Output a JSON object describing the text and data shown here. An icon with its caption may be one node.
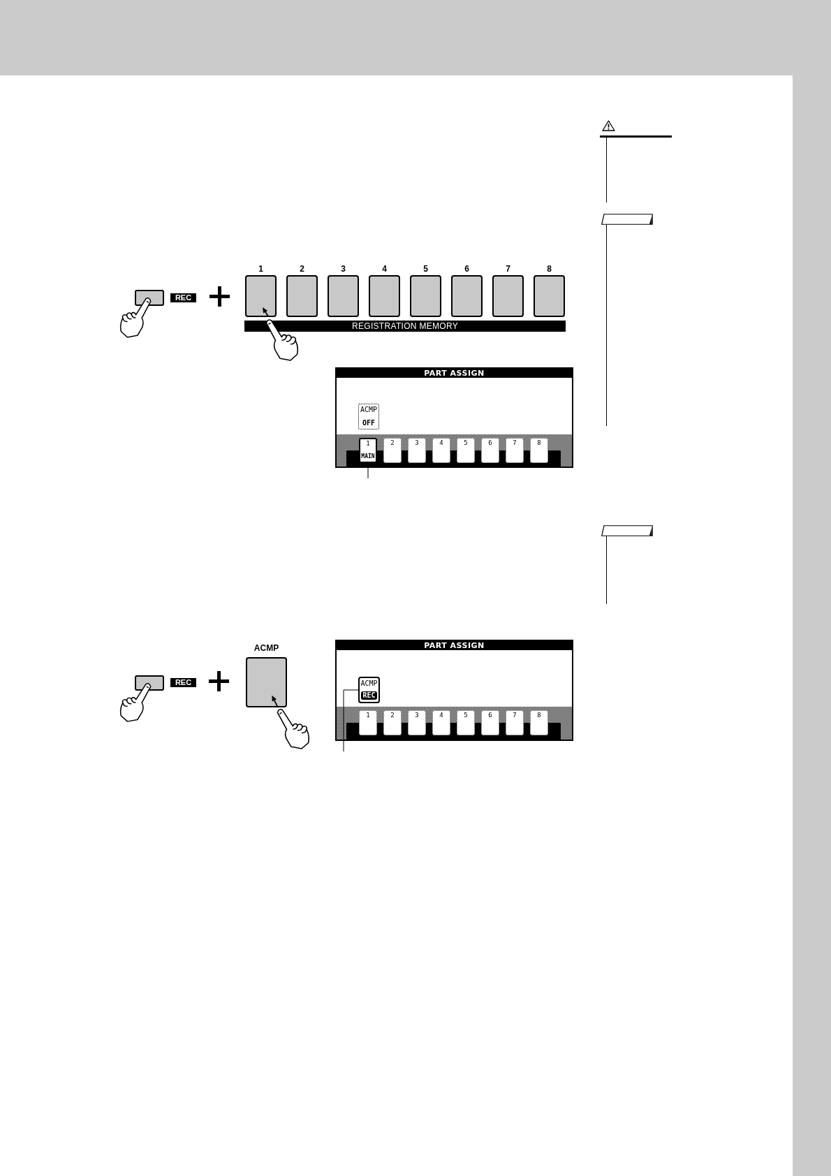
{
  "diagram": {
    "nodes": [
      {
        "text": [],
        "shape": "box"
      },
      {
        "text": [
          "REC"
        ]
      },
      {
        "text": [
          "1"
        ]
      },
      {
        "text": [
          "2"
        ]
      },
      {
        "text": [
          "3"
        ]
      },
      {
        "text": [
          "4"
        ]
      },
      {
        "text": [
          "5"
        ]
      },
      {
        "text": [
          "6"
        ]
      },
      {
        "text": [
          "7"
        ]
      },
      {
        "text": [
          "8"
        ]
      },
      {
        "text": [
          "REGISTRATION MEMORY"
        ]
      },
      {
        "text": [
          "PART ASSIGN"
        ]
      },
      {
        "text": [
          "ACMP",
          "OFF"
        ],
        "in": 11
      },
      {
        "text": [
          "1",
          "MAIN"
        ],
        "in": 11
      },
      {
        "text": [
          "2"
        ],
        "in": 11
      },
      {
        "text": [
          "3"
        ],
        "in": 11
      },
      {
        "text": [
          "4"
        ],
        "in": 11
      },
      {
        "text": [
          "5"
        ],
        "in": 11
      },
      {
        "text": [
          "6"
        ],
        "in": 11
      },
      {
        "text": [
          "7"
        ],
        "in": 11
      },
      {
        "text": [
          "8"
        ],
        "in": 11
      },
      {
        "text": [],
        "shape": "box"
      },
      {
        "text": [
          "REC"
        ]
      },
      {
        "text": [
          "ACMP"
        ]
      },
      {
        "text": [
          "PART ASSIGN"
        ]
      },
      {
        "text": [
          "ACMP",
          "REC"
        ],
        "in": 24
      },
      {
        "text": [
          "1"
        ],
        "in": 24
      },
      {
        "text": [
          "2"
        ],
        "in": 24
      },
      {
        "text": [
          "3"
        ],
        "in": 24
      },
      {
        "text": [
          "4"
        ],
        "in": 24
      },
      {
        "text": [
          "5"
        ],
        "in": 24
      },
      {
        "text": [
          "6"
        ],
        "in": 24
      },
      {
        "text": [
          "7"
        ],
        "in": 24
      },
      {
        "text": [
          "8"
        ],
        "in": 24
      }
    ],
    "edges": [
      {
        "from": 13,
        "to": null,
        "arrow": "none"
      },
      {
        "from": 25,
        "to": null,
        "arrow": "none"
      }
    ]
  }
}
